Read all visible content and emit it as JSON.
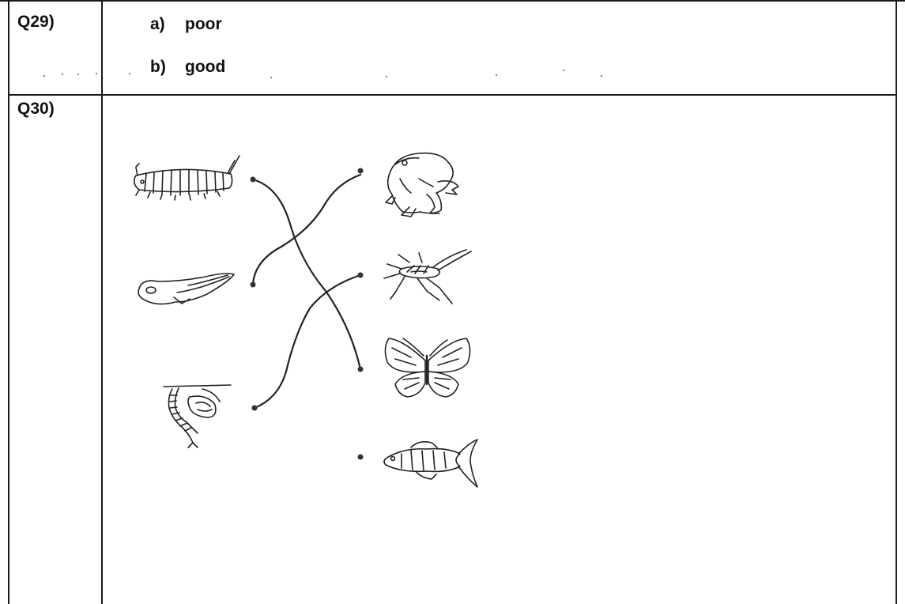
{
  "q29": {
    "number": "Q29)",
    "options": [
      {
        "letter": "a)",
        "text": "poor"
      },
      {
        "letter": "b)",
        "text": "good"
      }
    ]
  },
  "q30": {
    "number": "Q30)",
    "left_column": [
      "caterpillar",
      "tadpole",
      "larva"
    ],
    "right_column": [
      "frog",
      "mosquito",
      "butterfly",
      "fish"
    ],
    "matches": [
      {
        "from": "caterpillar",
        "to": "butterfly"
      },
      {
        "from": "tadpole",
        "to": "frog"
      },
      {
        "from": "larva",
        "to": "mosquito"
      }
    ]
  }
}
